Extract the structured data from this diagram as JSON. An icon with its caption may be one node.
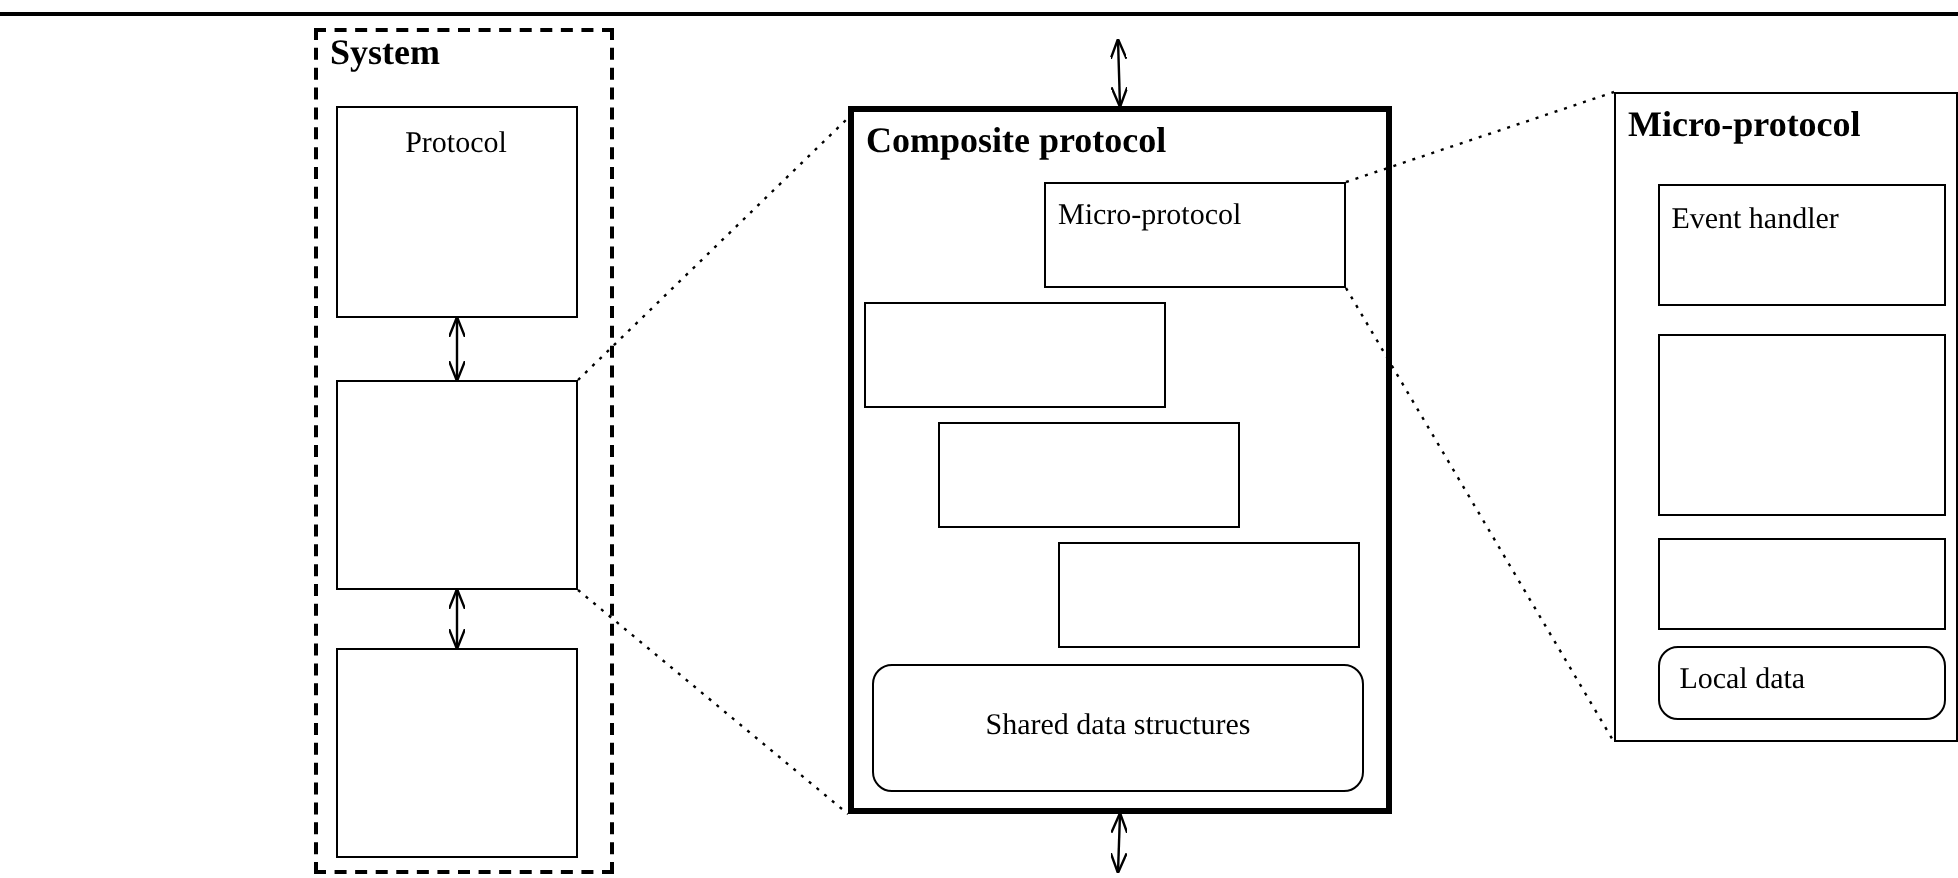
{
  "diagram": {
    "nodes": [
      {
        "text": [
          "System"
        ]
      },
      {
        "text": [
          "Protocol"
        ],
        "in": 0
      },
      {
        "text": [],
        "shape": "box",
        "in": 0
      },
      {
        "text": [],
        "shape": "box",
        "in": 0
      },
      {
        "text": [
          "Composite protocol"
        ]
      },
      {
        "text": [
          "Micro-protocol"
        ],
        "in": 4
      },
      {
        "text": [],
        "shape": "box",
        "in": 4
      },
      {
        "text": [],
        "shape": "box",
        "in": 4
      },
      {
        "text": [],
        "shape": "box",
        "in": 4
      },
      {
        "text": [
          "Shared data structures"
        ],
        "in": 4
      },
      {
        "text": [
          "Micro-protocol"
        ]
      },
      {
        "text": [
          "Event handler"
        ],
        "in": 10
      },
      {
        "text": [],
        "shape": "box",
        "in": 10
      },
      {
        "text": [],
        "shape": "box",
        "in": 10
      },
      {
        "text": [
          "Local data"
        ],
        "in": 10
      }
    ],
    "edges": [
      {
        "from": 1,
        "to": 2,
        "arrow": "both"
      },
      {
        "from": 2,
        "to": 3,
        "arrow": "both"
      },
      {
        "from": null,
        "to": 4,
        "arrow": "both"
      },
      {
        "from": 4,
        "to": null,
        "arrow": "both"
      },
      {
        "from": 2,
        "to": 4,
        "arrow": "none",
        "style": "dashed"
      },
      {
        "from": 2,
        "to": 4,
        "arrow": "none",
        "style": "dashed"
      },
      {
        "from": 5,
        "to": 10,
        "arrow": "none",
        "style": "dashed"
      },
      {
        "from": 5,
        "to": 10,
        "arrow": "none",
        "style": "dashed"
      }
    ]
  }
}
